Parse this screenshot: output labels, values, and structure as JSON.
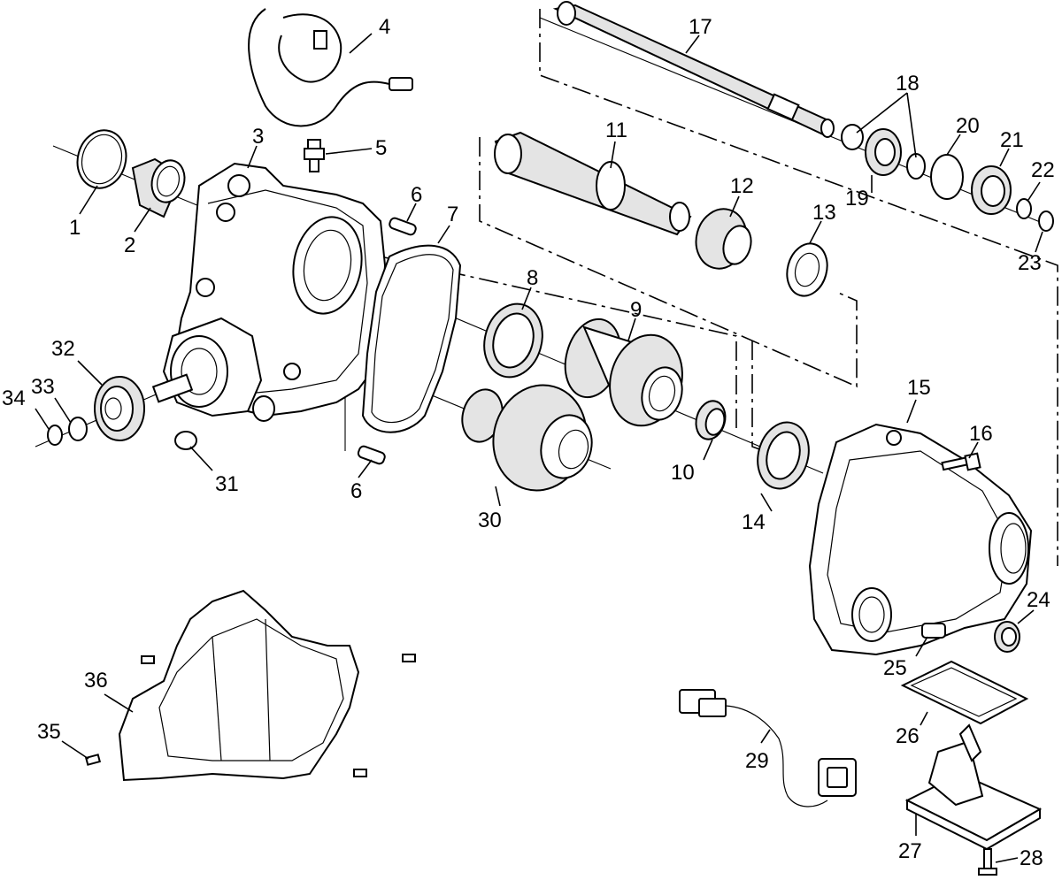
{
  "diagram": {
    "callouts": {
      "c1": "1",
      "c2": "2",
      "c3": "3",
      "c4": "4",
      "c5": "5",
      "c6a": "6",
      "c6b": "6",
      "c7": "7",
      "c8": "8",
      "c9": "9",
      "c10": "10",
      "c11": "11",
      "c12": "12",
      "c13": "13",
      "c14": "14",
      "c15": "15",
      "c16": "16",
      "c17": "17",
      "c18": "18",
      "c19": "19",
      "c20": "20",
      "c21": "21",
      "c22": "22",
      "c23": "23",
      "c24": "24",
      "c25": "25",
      "c26": "26",
      "c27": "27",
      "c28": "28",
      "c29": "29",
      "c30": "30",
      "c31": "31",
      "c32": "32",
      "c33": "33",
      "c34": "34",
      "c35": "35",
      "c36": "36"
    }
  }
}
